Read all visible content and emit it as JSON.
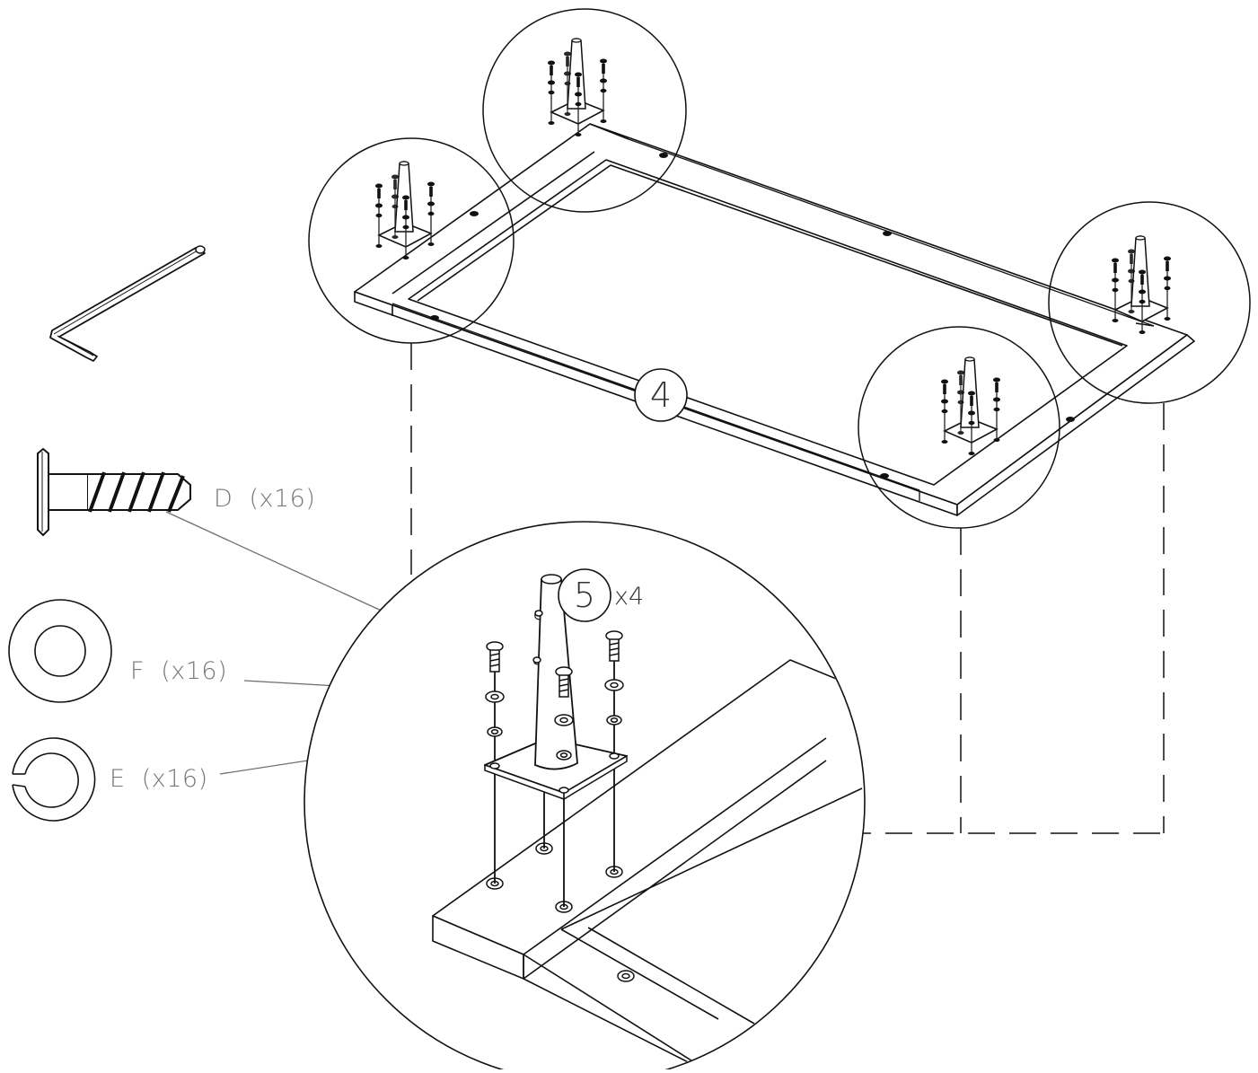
{
  "step": {
    "frame_part_number": "4",
    "leg_part_number": "5",
    "leg_quantity": "x4"
  },
  "hardware": [
    {
      "name": "D",
      "qty": "(x16)"
    },
    {
      "name": "F",
      "qty": "(x16)"
    },
    {
      "name": "E",
      "qty": "(x16)"
    }
  ],
  "icons": {
    "tool": "allen-key-icon",
    "screw": "bolt-icon",
    "washer": "flat-washer-icon",
    "spring_washer": "spring-washer-icon"
  },
  "colors": {
    "line": "#1a1a1a",
    "leader": "#6f6f6f",
    "label": "#777777"
  }
}
